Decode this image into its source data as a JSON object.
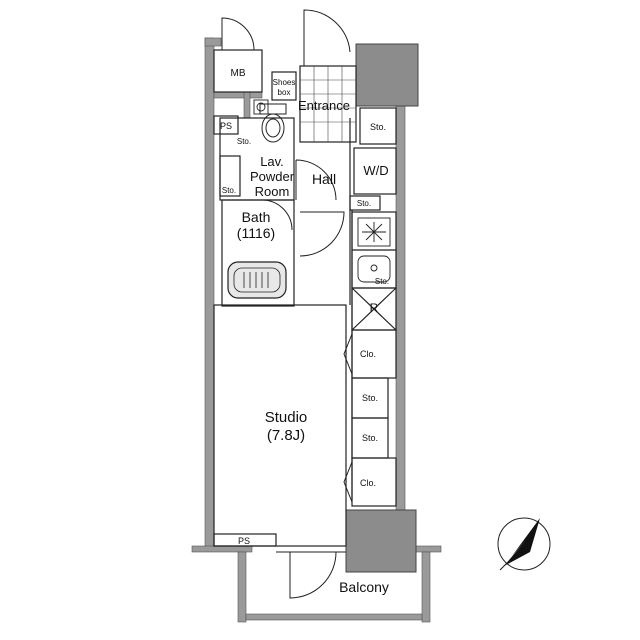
{
  "rooms": {
    "mb": "MB",
    "shoes_box_line1": "Shoes",
    "shoes_box_line2": "box",
    "entrance": "Entrance",
    "ps_top": "PS",
    "storage_small": "Sto.",
    "lav_line1": "Lav.",
    "lav_line2": "Powder",
    "lav_line3": "Room",
    "hall": "Hall",
    "wd": "W/D",
    "bath_line1": "Bath",
    "bath_line2": "(1116)",
    "refrigerator": "R",
    "closet": "Clo.",
    "studio_line1": "Studio",
    "studio_line2": "(7.8J)",
    "ps_bottom": "PS",
    "balcony": "Balcony"
  },
  "colors": {
    "wall": "#9a9a9a",
    "wall_dark": "#7f7f7f",
    "line": "#222222",
    "floor_tile": "#dddddd"
  },
  "icons": {
    "compass": "north-arrow-icon"
  }
}
